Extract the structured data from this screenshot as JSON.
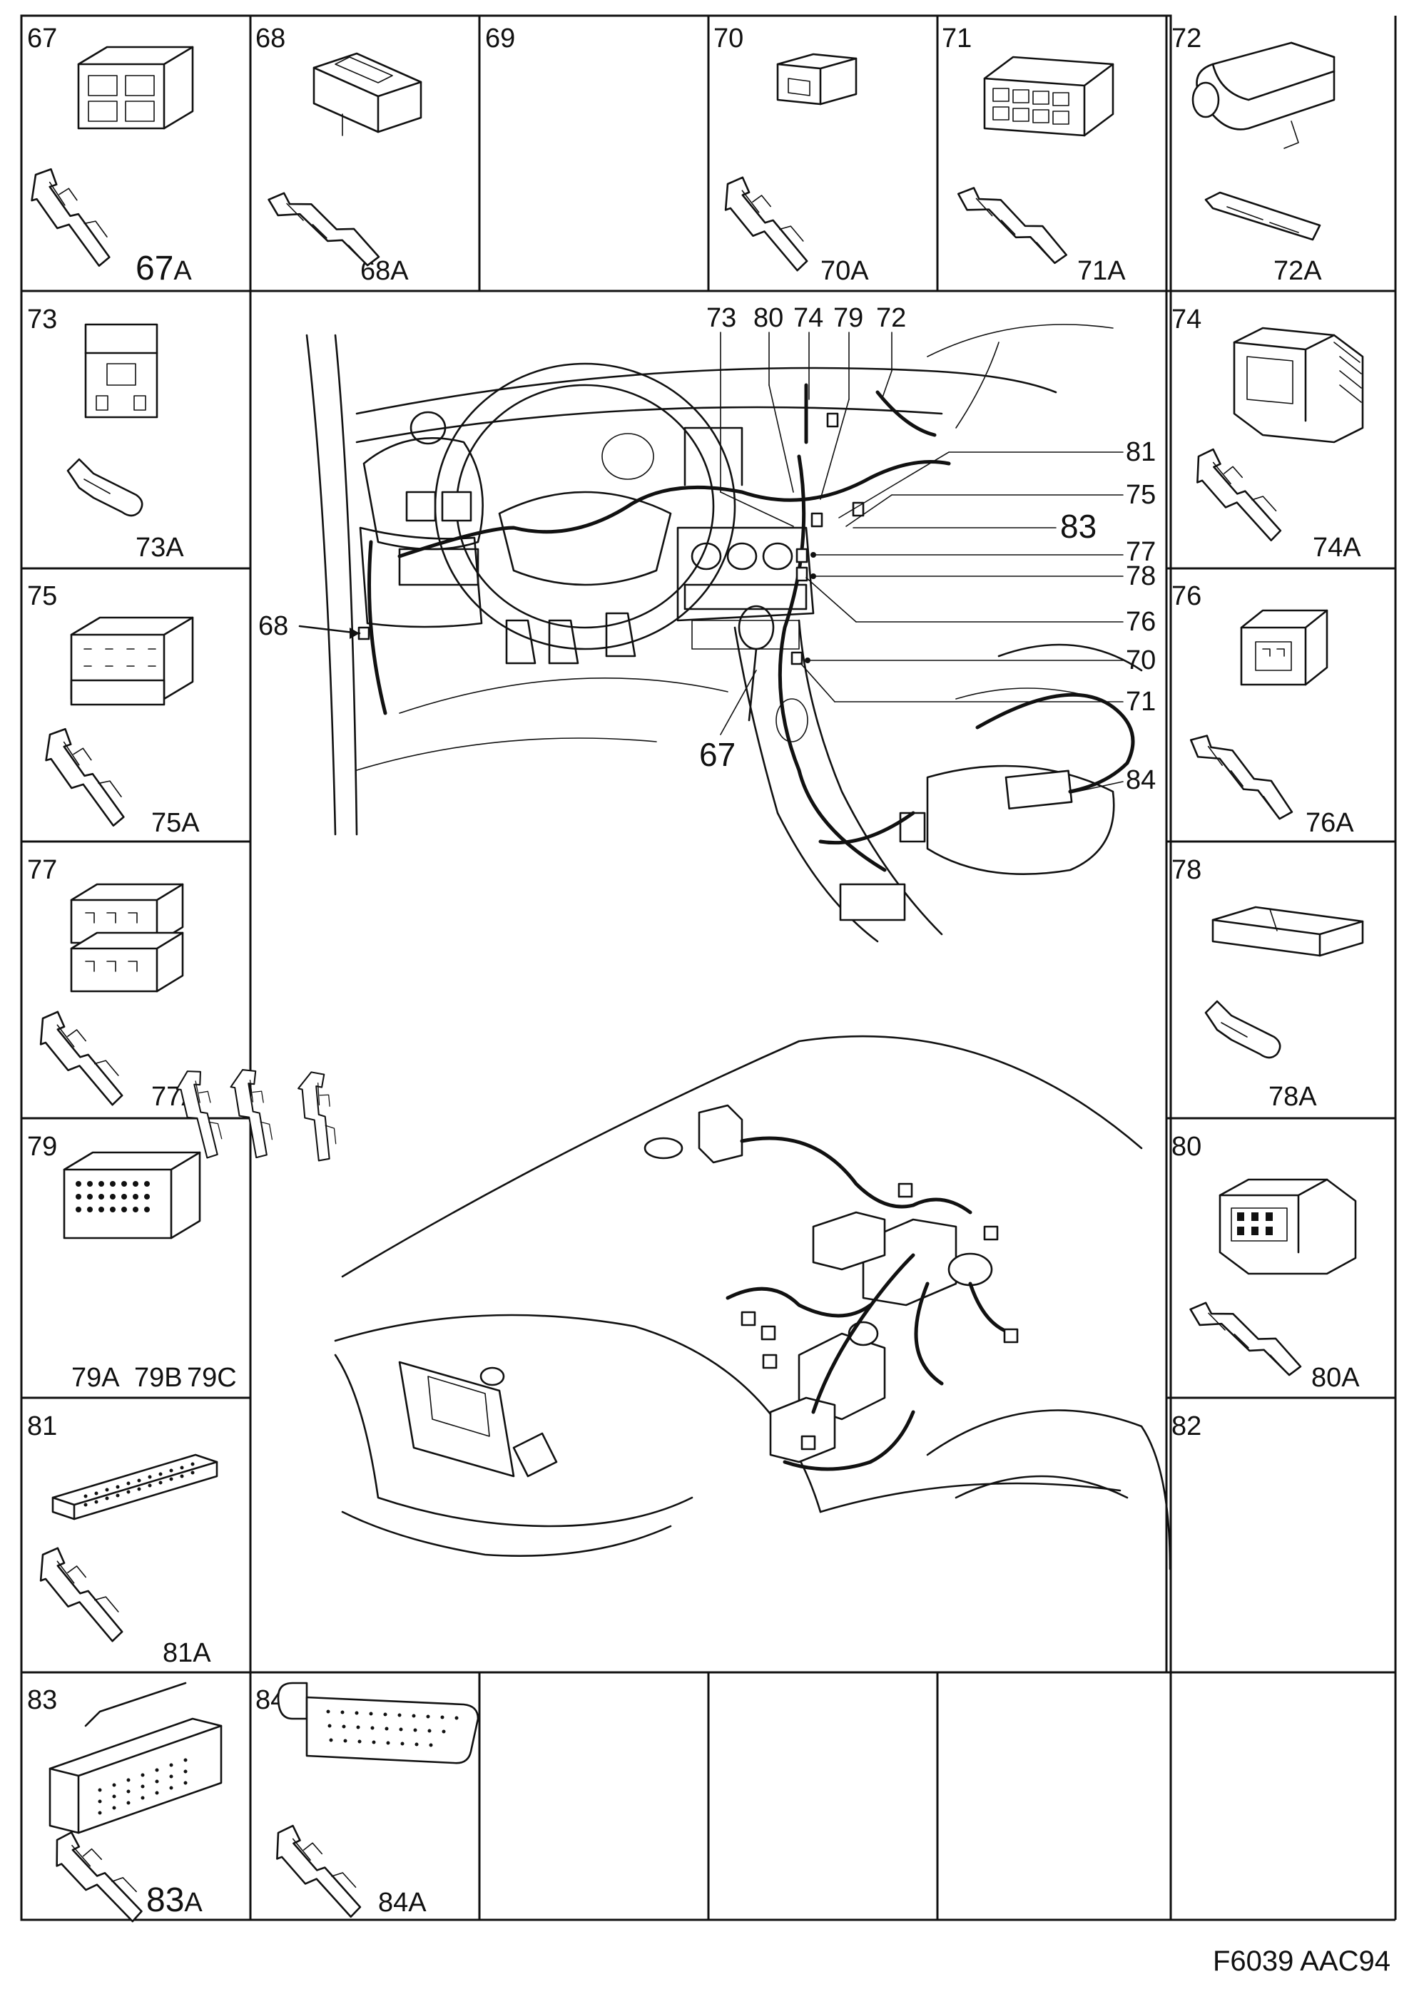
{
  "cells": [
    {
      "id": "67",
      "label": "67",
      "sub": "67",
      "sub_suffix": "A"
    },
    {
      "id": "68",
      "label": "68",
      "sub": "68A"
    },
    {
      "id": "69",
      "label": "69",
      "sub": ""
    },
    {
      "id": "70",
      "label": "70",
      "sub": "70A"
    },
    {
      "id": "71",
      "label": "71",
      "sub": "71A"
    },
    {
      "id": "72",
      "label": "72",
      "sub": "72A"
    },
    {
      "id": "73",
      "label": "73",
      "sub": "73A"
    },
    {
      "id": "74",
      "label": "74",
      "sub": "74A"
    },
    {
      "id": "75",
      "label": "75",
      "sub": "75A"
    },
    {
      "id": "76",
      "label": "76",
      "sub": "76A"
    },
    {
      "id": "77",
      "label": "77",
      "sub": "77A"
    },
    {
      "id": "78",
      "label": "78",
      "sub": "78A"
    },
    {
      "id": "79",
      "label": "79",
      "subs": [
        "79A",
        "79B",
        "79C"
      ]
    },
    {
      "id": "80",
      "label": "80",
      "sub": "80A"
    },
    {
      "id": "81",
      "label": "81",
      "sub": "81A"
    },
    {
      "id": "82",
      "label": "82",
      "sub": ""
    },
    {
      "id": "83",
      "label": "83",
      "sub": "83",
      "sub_suffix": "A"
    },
    {
      "id": "84",
      "label": "84",
      "sub": "84A"
    }
  ],
  "callouts": {
    "top": [
      "73",
      "80",
      "74",
      "79",
      "72"
    ],
    "right": [
      "81",
      "75",
      "83",
      "77",
      "78",
      "76",
      "70",
      "71",
      "84"
    ],
    "left": [
      "68"
    ],
    "bottom": [
      "67"
    ]
  },
  "footer": "F6039 AAC94"
}
